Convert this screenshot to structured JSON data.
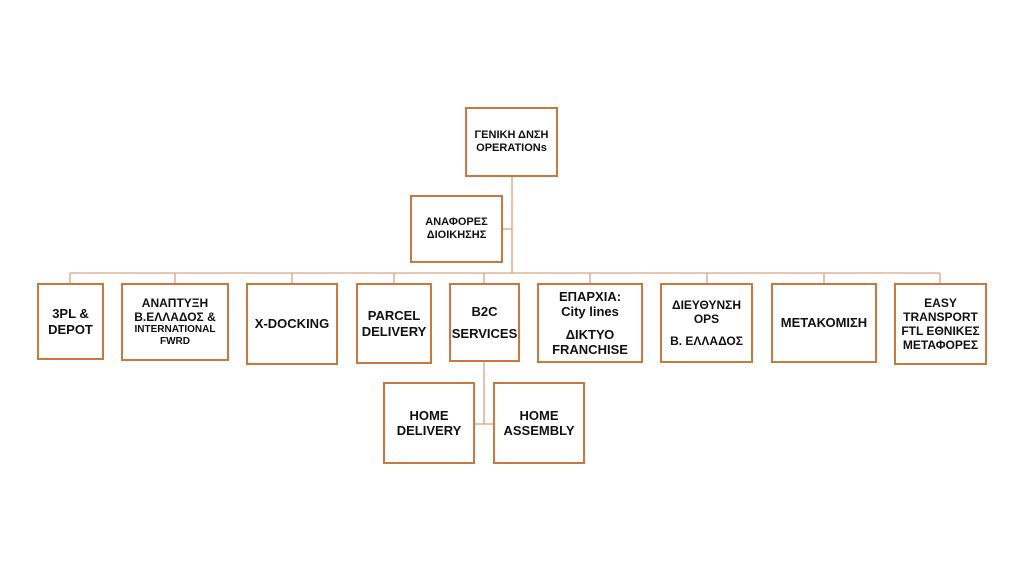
{
  "colors": {
    "box_border": "#c9783e",
    "connector": "#dba57f",
    "text": "#111111"
  },
  "top": {
    "line1": "ΓΕΝΙΚΗ ΔΝΣΗ",
    "line2": "OPERATIONs"
  },
  "reports": {
    "line1": "ΑΝΑΦΟΡΕΣ",
    "line2": "ΔΙΟΙΚΗΣΗΣ"
  },
  "departments": [
    {
      "line1": "3PL &",
      "line2": "DEPOT"
    },
    {
      "line1": "ΑΝΑΠΤΥΞΗ",
      "line2": "Β.ΕΛΛΑΔΟΣ &",
      "line3": "INTERNATIONAL",
      "line4": "FWRD"
    },
    {
      "line1": "X-DOCKING"
    },
    {
      "line1": "PARCEL",
      "line2": "DELIVERY"
    },
    {
      "line1": "B2C",
      "line2": "SERVICES"
    },
    {
      "line1": "ΕΠΑΡΧΙΑ:",
      "line2": "City lines",
      "line3": "ΔΙΚΤΥΟ",
      "line4": "FRANCHISE"
    },
    {
      "line1": "ΔΙΕΥΘΥΝΣΗ",
      "line2": "OPS",
      "line3": "Β. ΕΛΛΑΔΟΣ"
    },
    {
      "line1": "ΜΕΤΑΚΟΜΙΣΗ"
    },
    {
      "line1": "EASY",
      "line2": "TRANSPORT",
      "line3": "FTL ΕΘΝΙΚΕΣ",
      "line4": "ΜΕΤΑΦΟΡΕΣ"
    }
  ],
  "b2c_children": [
    {
      "line1": "HOME",
      "line2": "DELIVERY"
    },
    {
      "line1": "HOME",
      "line2": "ASSEMBLY"
    }
  ]
}
